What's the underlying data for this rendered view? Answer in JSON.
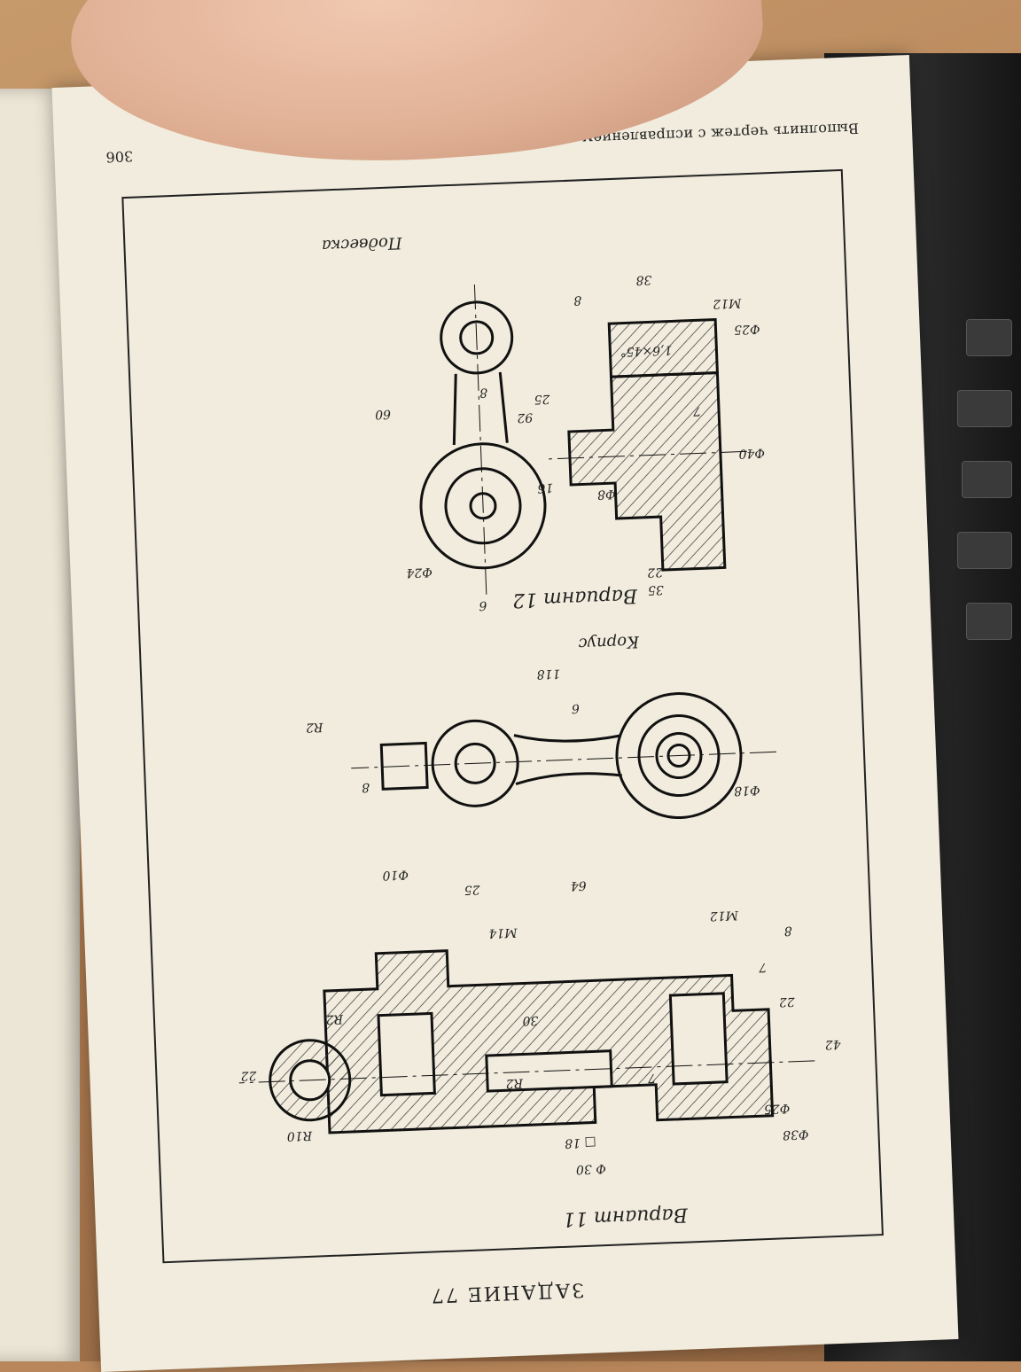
{
  "page": {
    "task_title": "ЗАДАНИЕ 77",
    "instruction": "Выполнить чертеж с исправлением допущенных на нем ошибок.",
    "page_number": "306"
  },
  "variant11": {
    "label": "Вариант 11",
    "part_name": "Корпус",
    "dims": [
      "Ф 30",
      "□ 18",
      "Ф38",
      "Ф25",
      "R10",
      "22",
      "R2",
      "R2",
      "R2",
      "7",
      "30",
      "7",
      "22",
      "42",
      "8",
      "M14",
      "M12",
      "25",
      "64",
      "Ф10",
      "8",
      "6",
      "Ф18",
      "118"
    ]
  },
  "variant12": {
    "label": "Вариант 12",
    "part_name": "Подвеска",
    "dims": [
      "35",
      "22",
      "Ф8",
      "Ф40",
      "92",
      "7",
      "1,6×45°",
      "M12",
      "Ф25",
      "8",
      "38",
      "6",
      "Ф24",
      "16",
      "25",
      "8",
      "60"
    ]
  }
}
